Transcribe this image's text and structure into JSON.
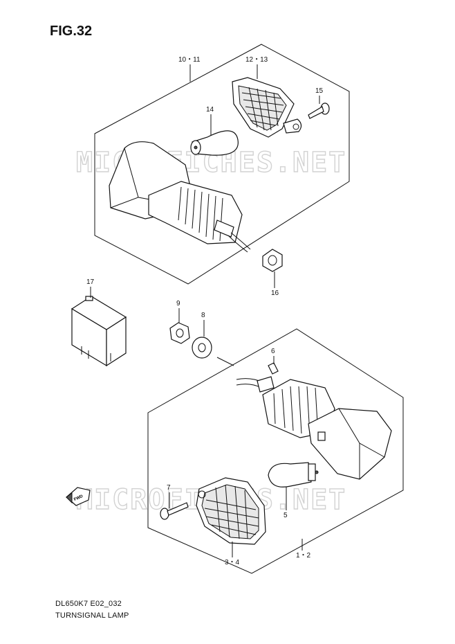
{
  "figure": {
    "title": "FIG.32",
    "model_code": "DL650K7 E02_032",
    "name": "TURNSIGNAL LAMP",
    "watermark": "MICROFICHES.NET",
    "direction_badge": "FWD"
  },
  "callouts": {
    "c10_11": "10・11",
    "c12_13": "12・13",
    "c14": "14",
    "c15": "15",
    "c16": "16",
    "c17": "17",
    "c9": "9",
    "c8": "8",
    "c6": "6",
    "c7": "7",
    "c5": "5",
    "c3_4": "3・4",
    "c1_2": "1・2"
  }
}
